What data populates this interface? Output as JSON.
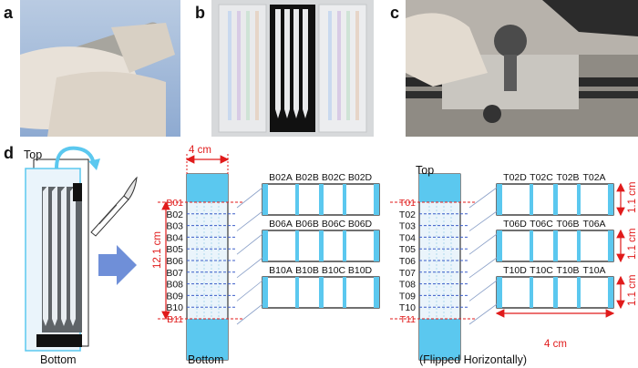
{
  "panels": {
    "a": "a",
    "b": "b",
    "c": "c",
    "d": "d"
  },
  "d": {
    "top_label_left": "Top",
    "bottom_label_left": "Bottom",
    "width_dim": "4 cm",
    "height_dim": "12.1 cm",
    "bottom_rows": [
      "B01",
      "B02",
      "B03",
      "B04",
      "B05",
      "B06",
      "B07",
      "B08",
      "B09",
      "B10",
      "B11"
    ],
    "bottom_groups": [
      [
        "B02A",
        "B02B",
        "B02C",
        "B02D"
      ],
      [
        "B06A",
        "B06B",
        "B06C",
        "B06D"
      ],
      [
        "B10A",
        "B10B",
        "B10C",
        "B10D"
      ]
    ],
    "bottom_caption": "Bottom",
    "top_label_right": "Top",
    "top_rows": [
      "T01",
      "T02",
      "T03",
      "T04",
      "T05",
      "T06",
      "T07",
      "T08",
      "T09",
      "T10",
      "T11"
    ],
    "top_groups": [
      [
        "T02D",
        "T02C",
        "T02B",
        "T02A"
      ],
      [
        "T06D",
        "T06C",
        "T06B",
        "T06A"
      ],
      [
        "T10D",
        "T10C",
        "T10B",
        "T10A"
      ]
    ],
    "section_dims": [
      "1.1 cm",
      "1.1 cm",
      "1.1 cm"
    ],
    "bottom_width_dim": "4 cm",
    "top_caption": "(Flipped Horizontally)"
  },
  "colors": {
    "accent_red": "#e01b1b",
    "strip_blue": "#5bc8ef",
    "arrow_blue": "#6f8fd8",
    "dash_blue": "#3c5ec9"
  }
}
